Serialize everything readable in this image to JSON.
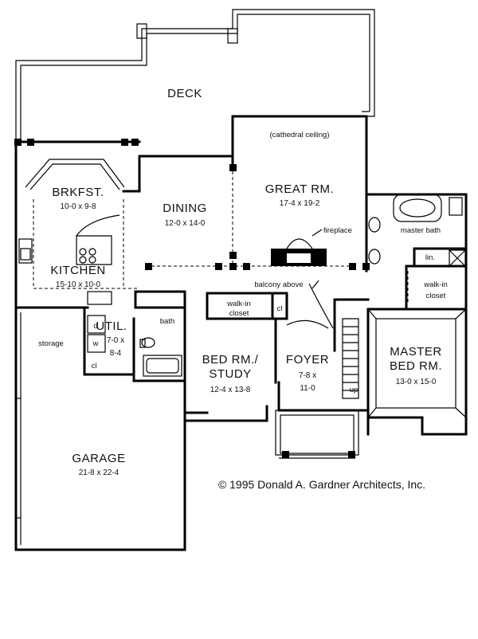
{
  "rooms": {
    "deck": {
      "name": "DECK"
    },
    "great_room": {
      "note": "(cathedral ceiling)",
      "name": "GREAT RM.",
      "dims": "17-4 x 19-2"
    },
    "breakfast": {
      "name": "BRKFST.",
      "dims": "10-0 x 9-8"
    },
    "dining": {
      "name": "DINING",
      "dims": "12-0 x 14-0"
    },
    "kitchen": {
      "name": "KITCHEN",
      "dims": "15-10 x 10-0"
    },
    "fireplace": {
      "name": "fireplace"
    },
    "master_bath": {
      "name": "master bath"
    },
    "linen": {
      "name": "lin."
    },
    "master_closet": {
      "name_line1": "walk-in",
      "name_line2": "closet"
    },
    "balcony": {
      "name": "balcony above"
    },
    "util": {
      "name": "UTIL.",
      "dims_line1": "7-0 x",
      "dims_line2": "8-4"
    },
    "util_d": {
      "name": "d"
    },
    "util_w": {
      "name": "w"
    },
    "util_cl": {
      "name": "cl"
    },
    "bath": {
      "name": "bath"
    },
    "storage": {
      "name": "storage"
    },
    "hall_closet": {
      "name_line1": "walk-in",
      "name_line2": "closet"
    },
    "hall_cl": {
      "name": "cl"
    },
    "bed_study": {
      "name_line1": "BED RM./",
      "name_line2": "STUDY",
      "dims": "12-4 x 13-8"
    },
    "foyer": {
      "name": "FOYER",
      "dims_line1": "7-8 x",
      "dims_line2": "11-0"
    },
    "stair": {
      "label": "up"
    },
    "master_bed": {
      "name_line1": "MASTER",
      "name_line2": "BED RM.",
      "dims": "13-0 x 15-0"
    },
    "garage": {
      "name": "GARAGE",
      "dims": "21-8 x 22-4"
    }
  },
  "copyright": "© 1995 Donald A. Gardner Architects, Inc."
}
